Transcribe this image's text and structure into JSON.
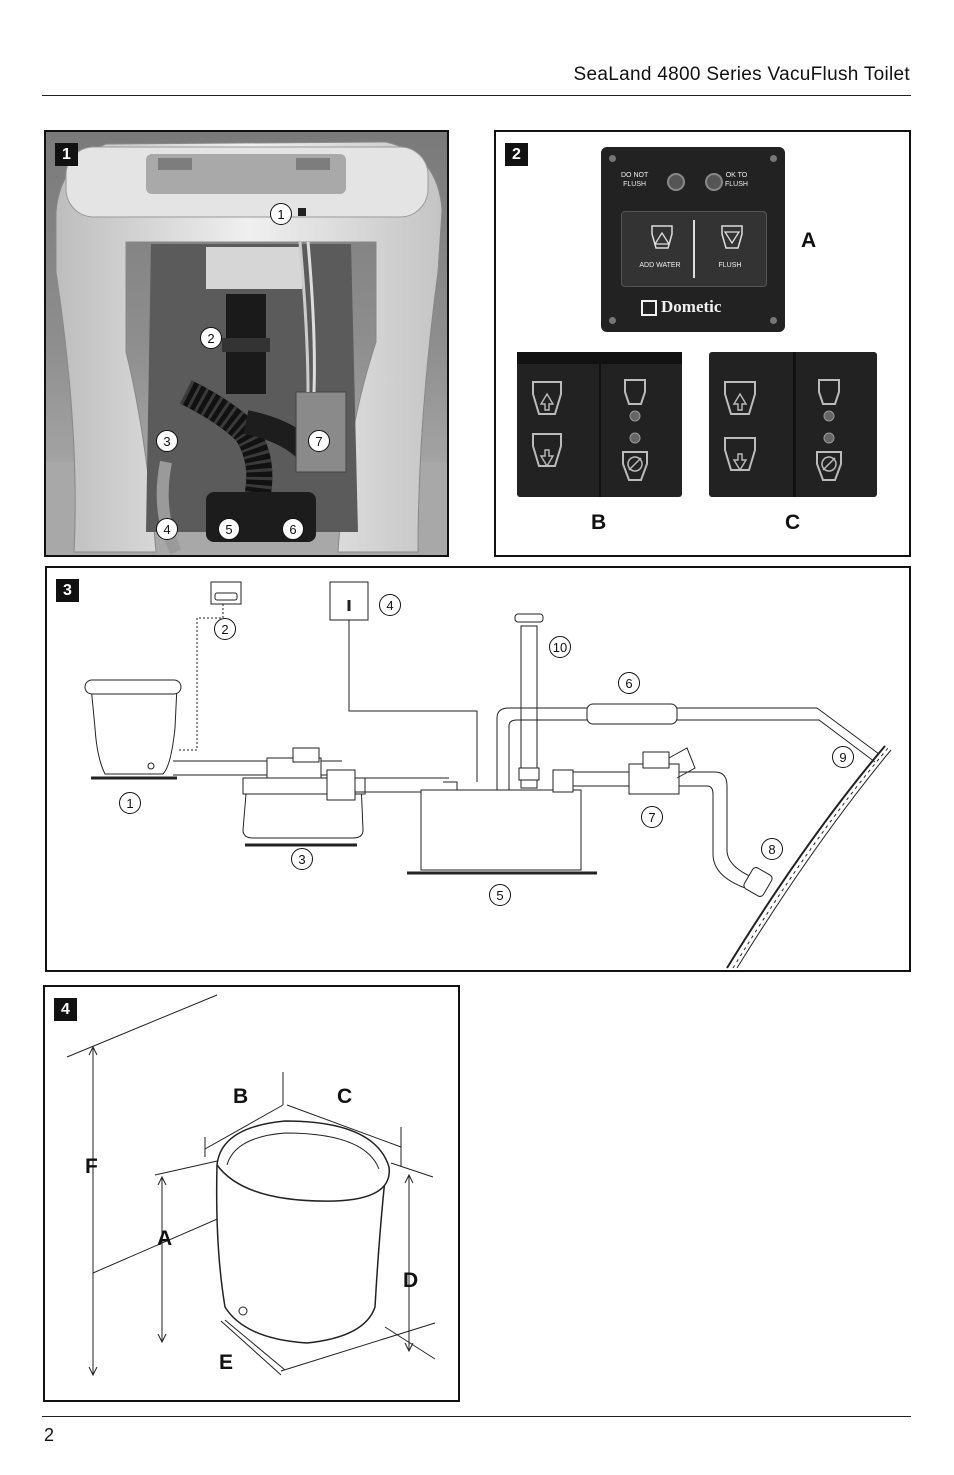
{
  "header": {
    "title": "SeaLand 4800 Series VacuFlush Toilet"
  },
  "footer": {
    "page_number": "2"
  },
  "figure1": {
    "number": "1",
    "callouts": [
      "1",
      "2",
      "3",
      "4",
      "5",
      "6",
      "7"
    ]
  },
  "figure2": {
    "number": "2",
    "panel_a": {
      "letter": "A",
      "left_light_label": [
        "DO NOT",
        "FLUSH"
      ],
      "right_light_label": [
        "OK TO",
        "FLUSH"
      ],
      "left_button_label": "ADD WATER",
      "right_button_label": "FLUSH",
      "brand": "Dometic"
    },
    "letter_b": "B",
    "letter_c": "C"
  },
  "figure3": {
    "number": "3",
    "callouts": [
      "1",
      "2",
      "3",
      "4",
      "5",
      "6",
      "7",
      "8",
      "9",
      "10"
    ]
  },
  "figure4": {
    "number": "4",
    "dimensions": [
      "A",
      "B",
      "C",
      "D",
      "E",
      "F"
    ]
  }
}
